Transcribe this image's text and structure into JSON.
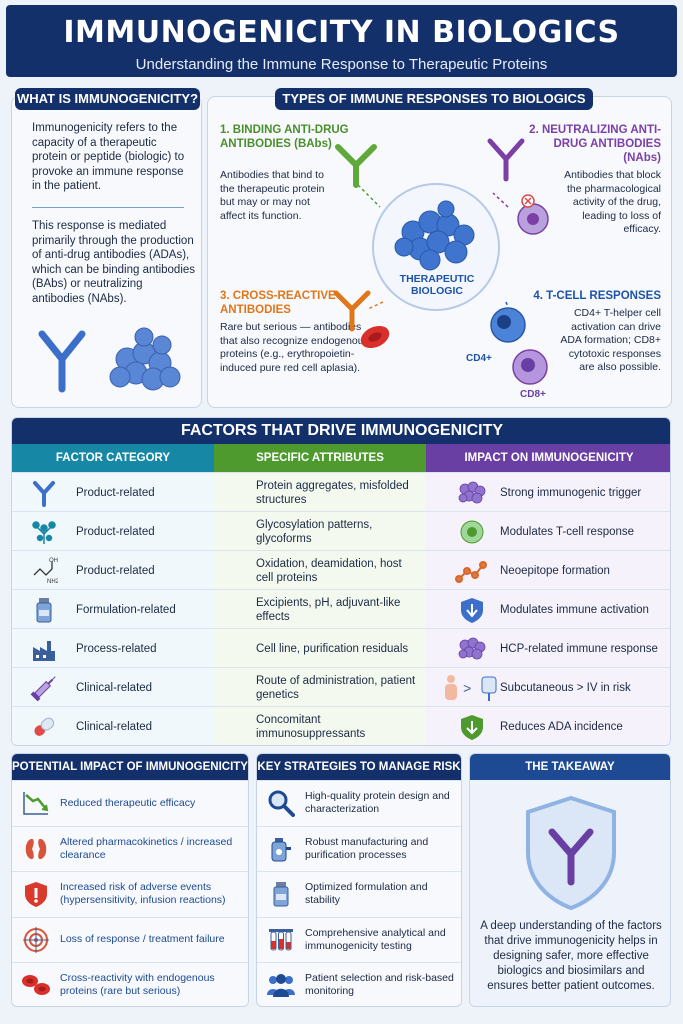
{
  "header": {
    "title": "IMMUNOGENICITY IN BIOLOGICS",
    "subtitle": "Understanding the Immune Response to Therapeutic Proteins"
  },
  "what": {
    "heading": "WHAT IS IMMUNOGENICITY?",
    "p1": "Immunogenicity refers to the capacity of a therapeutic protein or peptide (biologic) to provoke an immune response in the patient.",
    "p2": "This response is mediated primarily through the production of anti-drug antibodies (ADAs), which can be binding antibodies (BAbs) or neutralizing antibodies (NAbs)."
  },
  "types": {
    "heading": "TYPES OF IMMUNE RESPONSES TO BIOLOGICS",
    "center_label": "THERAPEUTIC BIOLOGIC",
    "t1_title": "1. BINDING ANTI-DRUG ANTIBODIES (BAbs)",
    "t1_text": "Antibodies that bind to the therapeutic protein but may or may not affect its function.",
    "t2_title": "2. NEUTRALIZING ANTI-DRUG ANTIBODIES (NAbs)",
    "t2_text": "Antibodies that block the pharmacological activity of the drug, leading to loss of efficacy.",
    "t3_title": "3. CROSS-REACTIVE ANTIBODIES",
    "t3_text": "Rare but serious — antibodies that also recognize endogenous proteins (e.g., erythropoietin-induced pure red cell aplasia).",
    "t4_title": "4. T-CELL RESPONSES",
    "t4_text": "CD4+ T-helper cell activation can drive ADA formation; CD8+ cytotoxic responses are also possible.",
    "cd4": "CD4+",
    "cd8": "CD8+"
  },
  "factors": {
    "heading": "FACTORS THAT DRIVE IMMUNOGENICITY",
    "col1": "FACTOR CATEGORY",
    "col2": "SPECIFIC ATTRIBUTES",
    "col3": "IMPACT ON IMMUNOGENICITY",
    "rows": [
      {
        "category": "Product-related",
        "attribute": "Protein aggregates, misfolded structures",
        "impact": "Strong immunogenic trigger",
        "icon": "antibody-icon",
        "impact_icon": "aggregate-icon"
      },
      {
        "category": "Product-related",
        "attribute": "Glycosylation patterns, glycoforms",
        "impact": "Modulates T-cell response",
        "icon": "glycan-icon",
        "impact_icon": "cell-icon"
      },
      {
        "category": "Product-related",
        "attribute": "Oxidation, deamidation, host cell proteins",
        "impact": "Neoepitope formation",
        "icon": "chemical-structure-icon",
        "impact_icon": "peptide-chain-icon"
      },
      {
        "category": "Formulation-related",
        "attribute": "Excipients, pH, adjuvant-like effects",
        "impact": "Modulates immune activation",
        "icon": "vial-icon",
        "impact_icon": "shield-icon"
      },
      {
        "category": "Process-related",
        "attribute": "Cell line, purification residuals",
        "impact": "HCP-related immune response",
        "icon": "factory-icon",
        "impact_icon": "aggregate-icon"
      },
      {
        "category": "Clinical-related",
        "attribute": "Route of administration, patient genetics",
        "impact": "Subcutaneous > IV in risk",
        "icon": "syringe-icon",
        "impact_icon": "iv-bag-icon",
        "impact_symbol": ">"
      },
      {
        "category": "Clinical-related",
        "attribute": "Concomitant immunosuppressants",
        "impact": "Reduces ADA incidence",
        "icon": "pill-icon",
        "impact_icon": "down-arrow-shield-icon"
      }
    ]
  },
  "impact": {
    "heading": "POTENTIAL IMPACT OF IMMUNOGENICITY",
    "items": [
      {
        "text": "Reduced therapeutic efficacy",
        "icon": "declining-chart-icon"
      },
      {
        "text": "Altered pharmacokinetics / increased clearance",
        "icon": "kidney-icon"
      },
      {
        "text": "Increased risk of adverse events (hypersensitivity, infusion reactions)",
        "icon": "warning-shield-icon"
      },
      {
        "text": "Loss of response / treatment failure",
        "icon": "target-icon"
      },
      {
        "text": "Cross-reactivity with endogenous proteins (rare but serious)",
        "icon": "red-blood-cells-icon"
      }
    ]
  },
  "strategies": {
    "heading": "KEY STRATEGIES TO MANAGE RISK",
    "items": [
      {
        "text": "High-quality protein design and characterization",
        "icon": "magnifier-icon"
      },
      {
        "text": "Robust manufacturing and purification processes",
        "icon": "bioreactor-icon"
      },
      {
        "text": "Optimized formulation and stability",
        "icon": "vial-icon"
      },
      {
        "text": "Comprehensive analytical and immunogenicity testing",
        "icon": "test-tubes-icon"
      },
      {
        "text": "Patient selection and risk-based monitoring",
        "icon": "people-icon"
      }
    ]
  },
  "takeaway": {
    "heading": "THE TAKEAWAY",
    "text": "A deep understanding of the factors that drive immunogenicity helps in designing safer, more effective biologics and biosimilars and ensures better patient outcomes."
  },
  "colors": {
    "navy": "#14306b",
    "teal": "#1787a6",
    "green": "#4e9a2f",
    "purple": "#6a3fa3"
  }
}
